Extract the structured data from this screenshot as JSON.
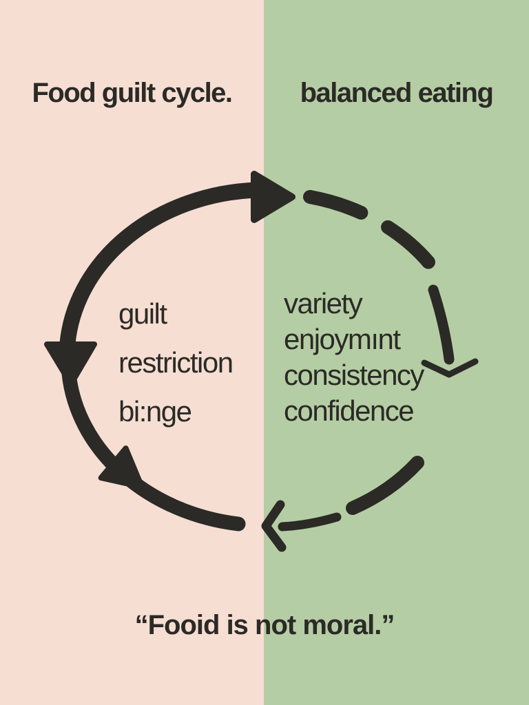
{
  "colors": {
    "left_bg": "#f6ded3",
    "right_bg": "#b5cda4",
    "ink": "#2b2a26"
  },
  "header": {
    "left_title": "Food guilt cycle.",
    "right_title": "balanced eating"
  },
  "cycle": {
    "left_items": [
      "guilt",
      "restriction",
      "bi:nge"
    ],
    "right_items": [
      "variety",
      "enjoymınt",
      "consistency",
      "confidence"
    ]
  },
  "quote": {
    "text": "“Fooid is not moral.”"
  }
}
